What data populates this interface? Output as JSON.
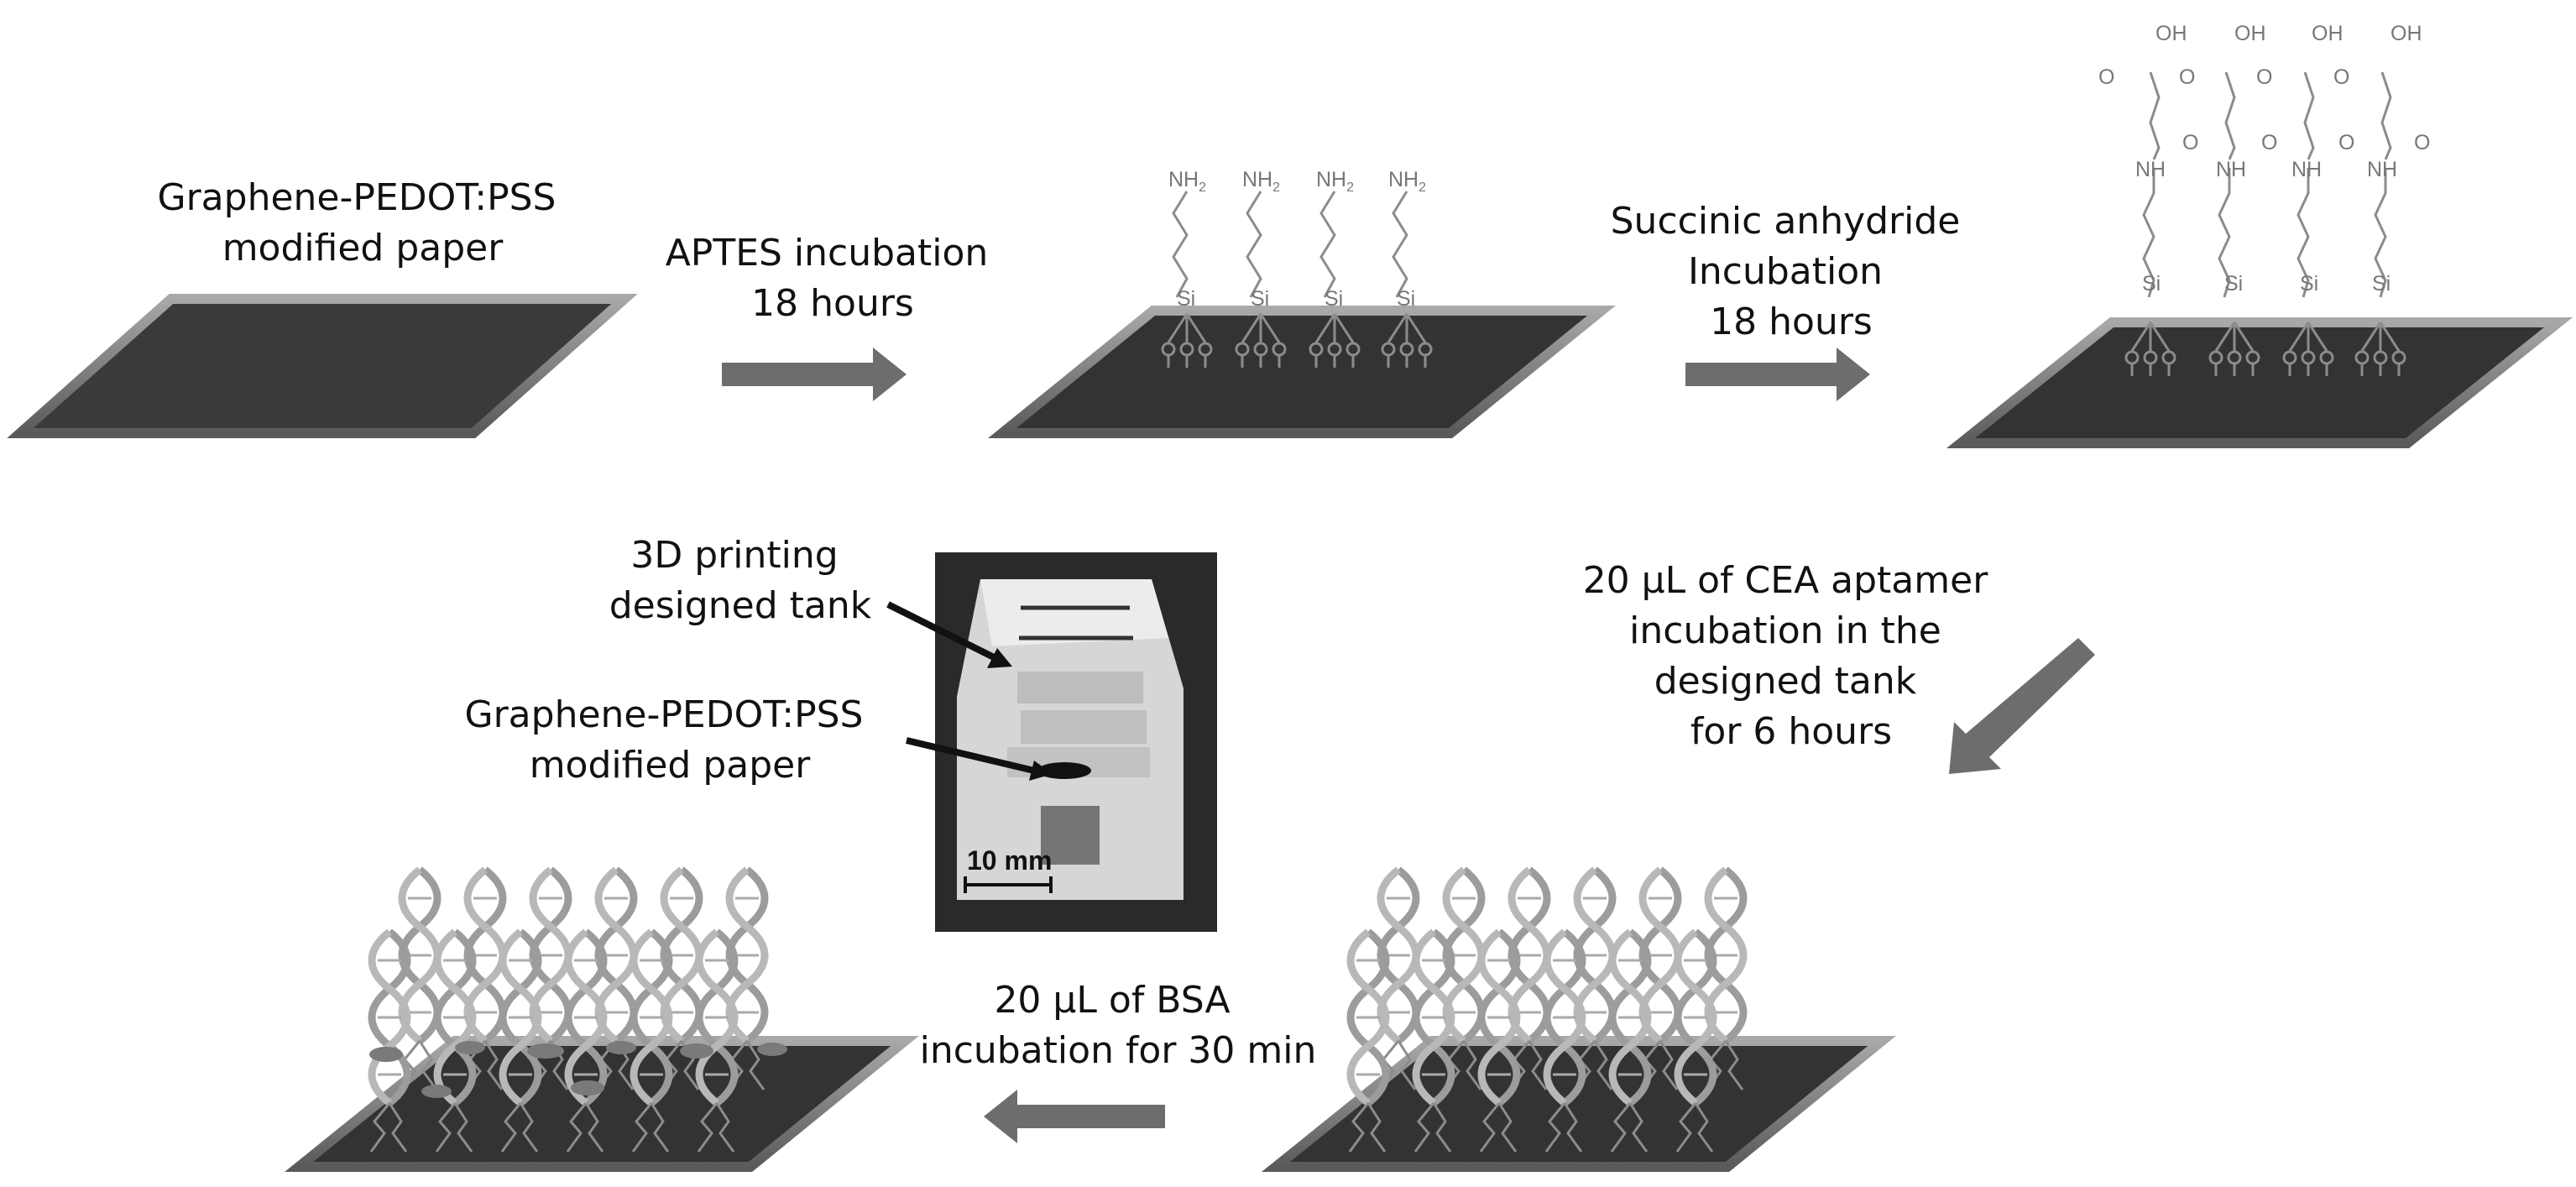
{
  "labels": {
    "substrate": [
      "Graphene-PEDOT:PSS",
      "modified paper"
    ],
    "aptes_step": [
      "APTES incubation",
      "18 hours"
    ],
    "succinic_step": [
      "Succinic anhydride",
      "Incubation",
      "18 hours"
    ],
    "aptamer_step": [
      "20 μL of CEA aptamer",
      "incubation in the",
      "designed tank",
      "for 6 hours"
    ],
    "bsa_step": [
      "20 μL of BSA",
      "incubation  for 30 min"
    ],
    "tank_label": [
      "3D printing",
      "designed tank"
    ],
    "paper_label": [
      "Graphene-PEDOT:PSS",
      "modified paper"
    ],
    "scale_bar": "10 mm"
  },
  "chemistry": {
    "amine": "NH",
    "amine_sub": "2",
    "silicon": "Si",
    "amide": "NH",
    "hydroxyl": "OH",
    "oxygen": "O"
  },
  "colors": {
    "arrow": "#6d6d6d",
    "substrate_dark": "#303030",
    "substrate_edge": "#8a8a8a",
    "linker": "#8c8c8c",
    "dna": "#9c9c9c"
  }
}
